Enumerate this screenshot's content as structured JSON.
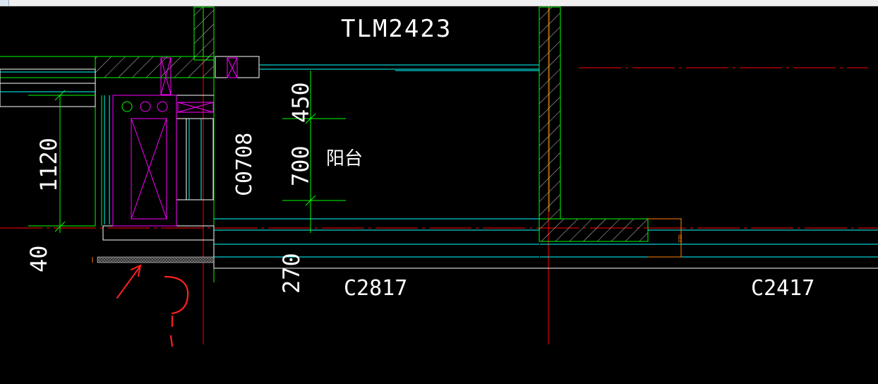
{
  "labels": {
    "door_tag": "TLM2423",
    "window_tag_side": "C0708",
    "window_tag_main": "C2817",
    "window_tag_right": "C2417",
    "room_name": "阳台",
    "dim_1120": "1120",
    "dim_40": "40",
    "dim_700": "700",
    "dim_450": "450",
    "dim_270": "270",
    "tiny_dim": "330"
  },
  "annotation": {
    "mark": "?",
    "color": "#ff2020"
  },
  "colors": {
    "background": "#000000",
    "wall": "#00ff00",
    "window": "#00ffff",
    "axis": "#ff0000",
    "equipment": "#ff00ff",
    "outline": "#ffffff",
    "dimension_ext": "#ff8000"
  }
}
